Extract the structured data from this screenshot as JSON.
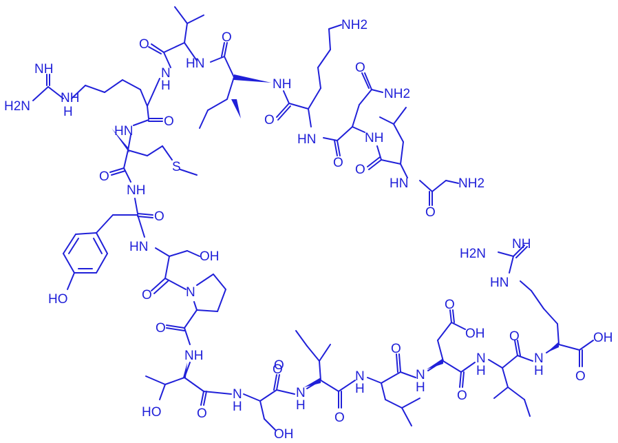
{
  "labels": [
    {
      "id": "nh-left-1",
      "text": "NH"
    },
    {
      "id": "h2n-left",
      "text": "H2N"
    },
    {
      "id": "nh-left-2",
      "text": "NH"
    },
    {
      "id": "h-left",
      "text": "H"
    },
    {
      "id": "o-val-top",
      "text": "O"
    },
    {
      "id": "nh-val",
      "text": "N"
    },
    {
      "id": "h-val",
      "text": "H"
    },
    {
      "id": "o-ile-top",
      "text": "O"
    },
    {
      "id": "nh2-lys",
      "text": "NH2"
    },
    {
      "id": "hn-val",
      "text": "HN"
    },
    {
      "id": "o-asn",
      "text": "O"
    },
    {
      "id": "nh-ile-lys",
      "text": "NH"
    },
    {
      "id": "nh2-asn",
      "text": "NH2"
    },
    {
      "id": "o-arg",
      "text": "O"
    },
    {
      "id": "hn-met",
      "text": "HN"
    },
    {
      "id": "o-lys",
      "text": "O"
    },
    {
      "id": "hn-asn",
      "text": "HN"
    },
    {
      "id": "nh-leu",
      "text": "NH"
    },
    {
      "id": "s-met",
      "text": "S"
    },
    {
      "id": "o-asn-2",
      "text": "O"
    },
    {
      "id": "o-leu",
      "text": "O"
    },
    {
      "id": "hn-gly",
      "text": "HN"
    },
    {
      "id": "nh2-gly",
      "text": "NH2"
    },
    {
      "id": "o-met",
      "text": "O"
    },
    {
      "id": "nh-tyr",
      "text": "NH"
    },
    {
      "id": "o-gly",
      "text": "O"
    },
    {
      "id": "o-tyr",
      "text": "O"
    },
    {
      "id": "hn-ser",
      "text": "HN"
    },
    {
      "id": "oh-ser",
      "text": "OH"
    },
    {
      "id": "h2n-arg-right",
      "text": "H2N"
    },
    {
      "id": "nh-arg-right",
      "text": "NH"
    },
    {
      "id": "o-ser",
      "text": "O"
    },
    {
      "id": "n-pro",
      "text": "N"
    },
    {
      "id": "hn-arg-right",
      "text": "HN"
    },
    {
      "id": "ho-tyr",
      "text": "HO"
    },
    {
      "id": "o-pro",
      "text": "O"
    },
    {
      "id": "o-asp-top",
      "text": "O"
    },
    {
      "id": "oh-asp",
      "text": "OH"
    },
    {
      "id": "o-ile-r",
      "text": "O"
    },
    {
      "id": "oh-arg-cooh",
      "text": "OH"
    },
    {
      "id": "nh-thr",
      "text": "NH"
    },
    {
      "id": "o-leu-2",
      "text": "O"
    },
    {
      "id": "o-ile-2",
      "text": "O"
    },
    {
      "id": "n-ile-r",
      "text": "N"
    },
    {
      "id": "n-arg-r",
      "text": "N"
    },
    {
      "id": "h-ile-r",
      "text": "H"
    },
    {
      "id": "h-arg-r",
      "text": "H"
    },
    {
      "id": "o-arg-cooh",
      "text": "O"
    },
    {
      "id": "n-ser2",
      "text": "N"
    },
    {
      "id": "n-leu2",
      "text": "N"
    },
    {
      "id": "n-asp",
      "text": "N"
    },
    {
      "id": "h-ser2",
      "text": "H"
    },
    {
      "id": "h-leu2",
      "text": "H"
    },
    {
      "id": "h-asp",
      "text": "H"
    },
    {
      "id": "o-ser2",
      "text": "O"
    },
    {
      "id": "n-ile3",
      "text": "N"
    },
    {
      "id": "h-ile3",
      "text": "H"
    },
    {
      "id": "o-ile3",
      "text": "O"
    },
    {
      "id": "o-asp-2",
      "text": "O"
    },
    {
      "id": "ho-thr",
      "text": "HO"
    },
    {
      "id": "o-thr",
      "text": "O"
    },
    {
      "id": "oh-ser2",
      "text": "OH"
    }
  ]
}
